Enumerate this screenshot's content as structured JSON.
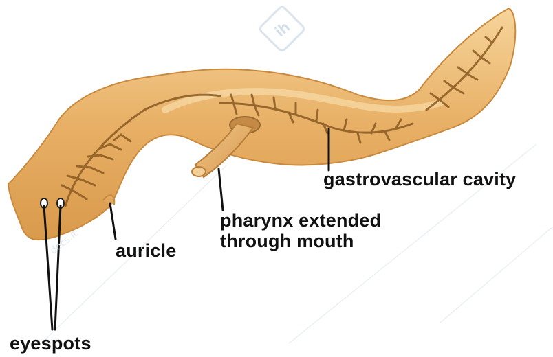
{
  "diagram": {
    "labels": {
      "gastrovascular_cavity": "gastrovascular cavity",
      "pharynx_line1": "pharynx extended",
      "pharynx_line2": "through mouth",
      "auricle": "auricle",
      "eyespots": "eyespots"
    },
    "watermark": {
      "logo_text": "ih",
      "side_text": "docs.it"
    },
    "colors": {
      "body_fill": "#e9b46a",
      "body_light": "#f5cf8c",
      "body_edge": "#c98a3e",
      "cavity": "#8a5a22",
      "leader": "#111111",
      "watermark": "#dfe7ef"
    }
  }
}
